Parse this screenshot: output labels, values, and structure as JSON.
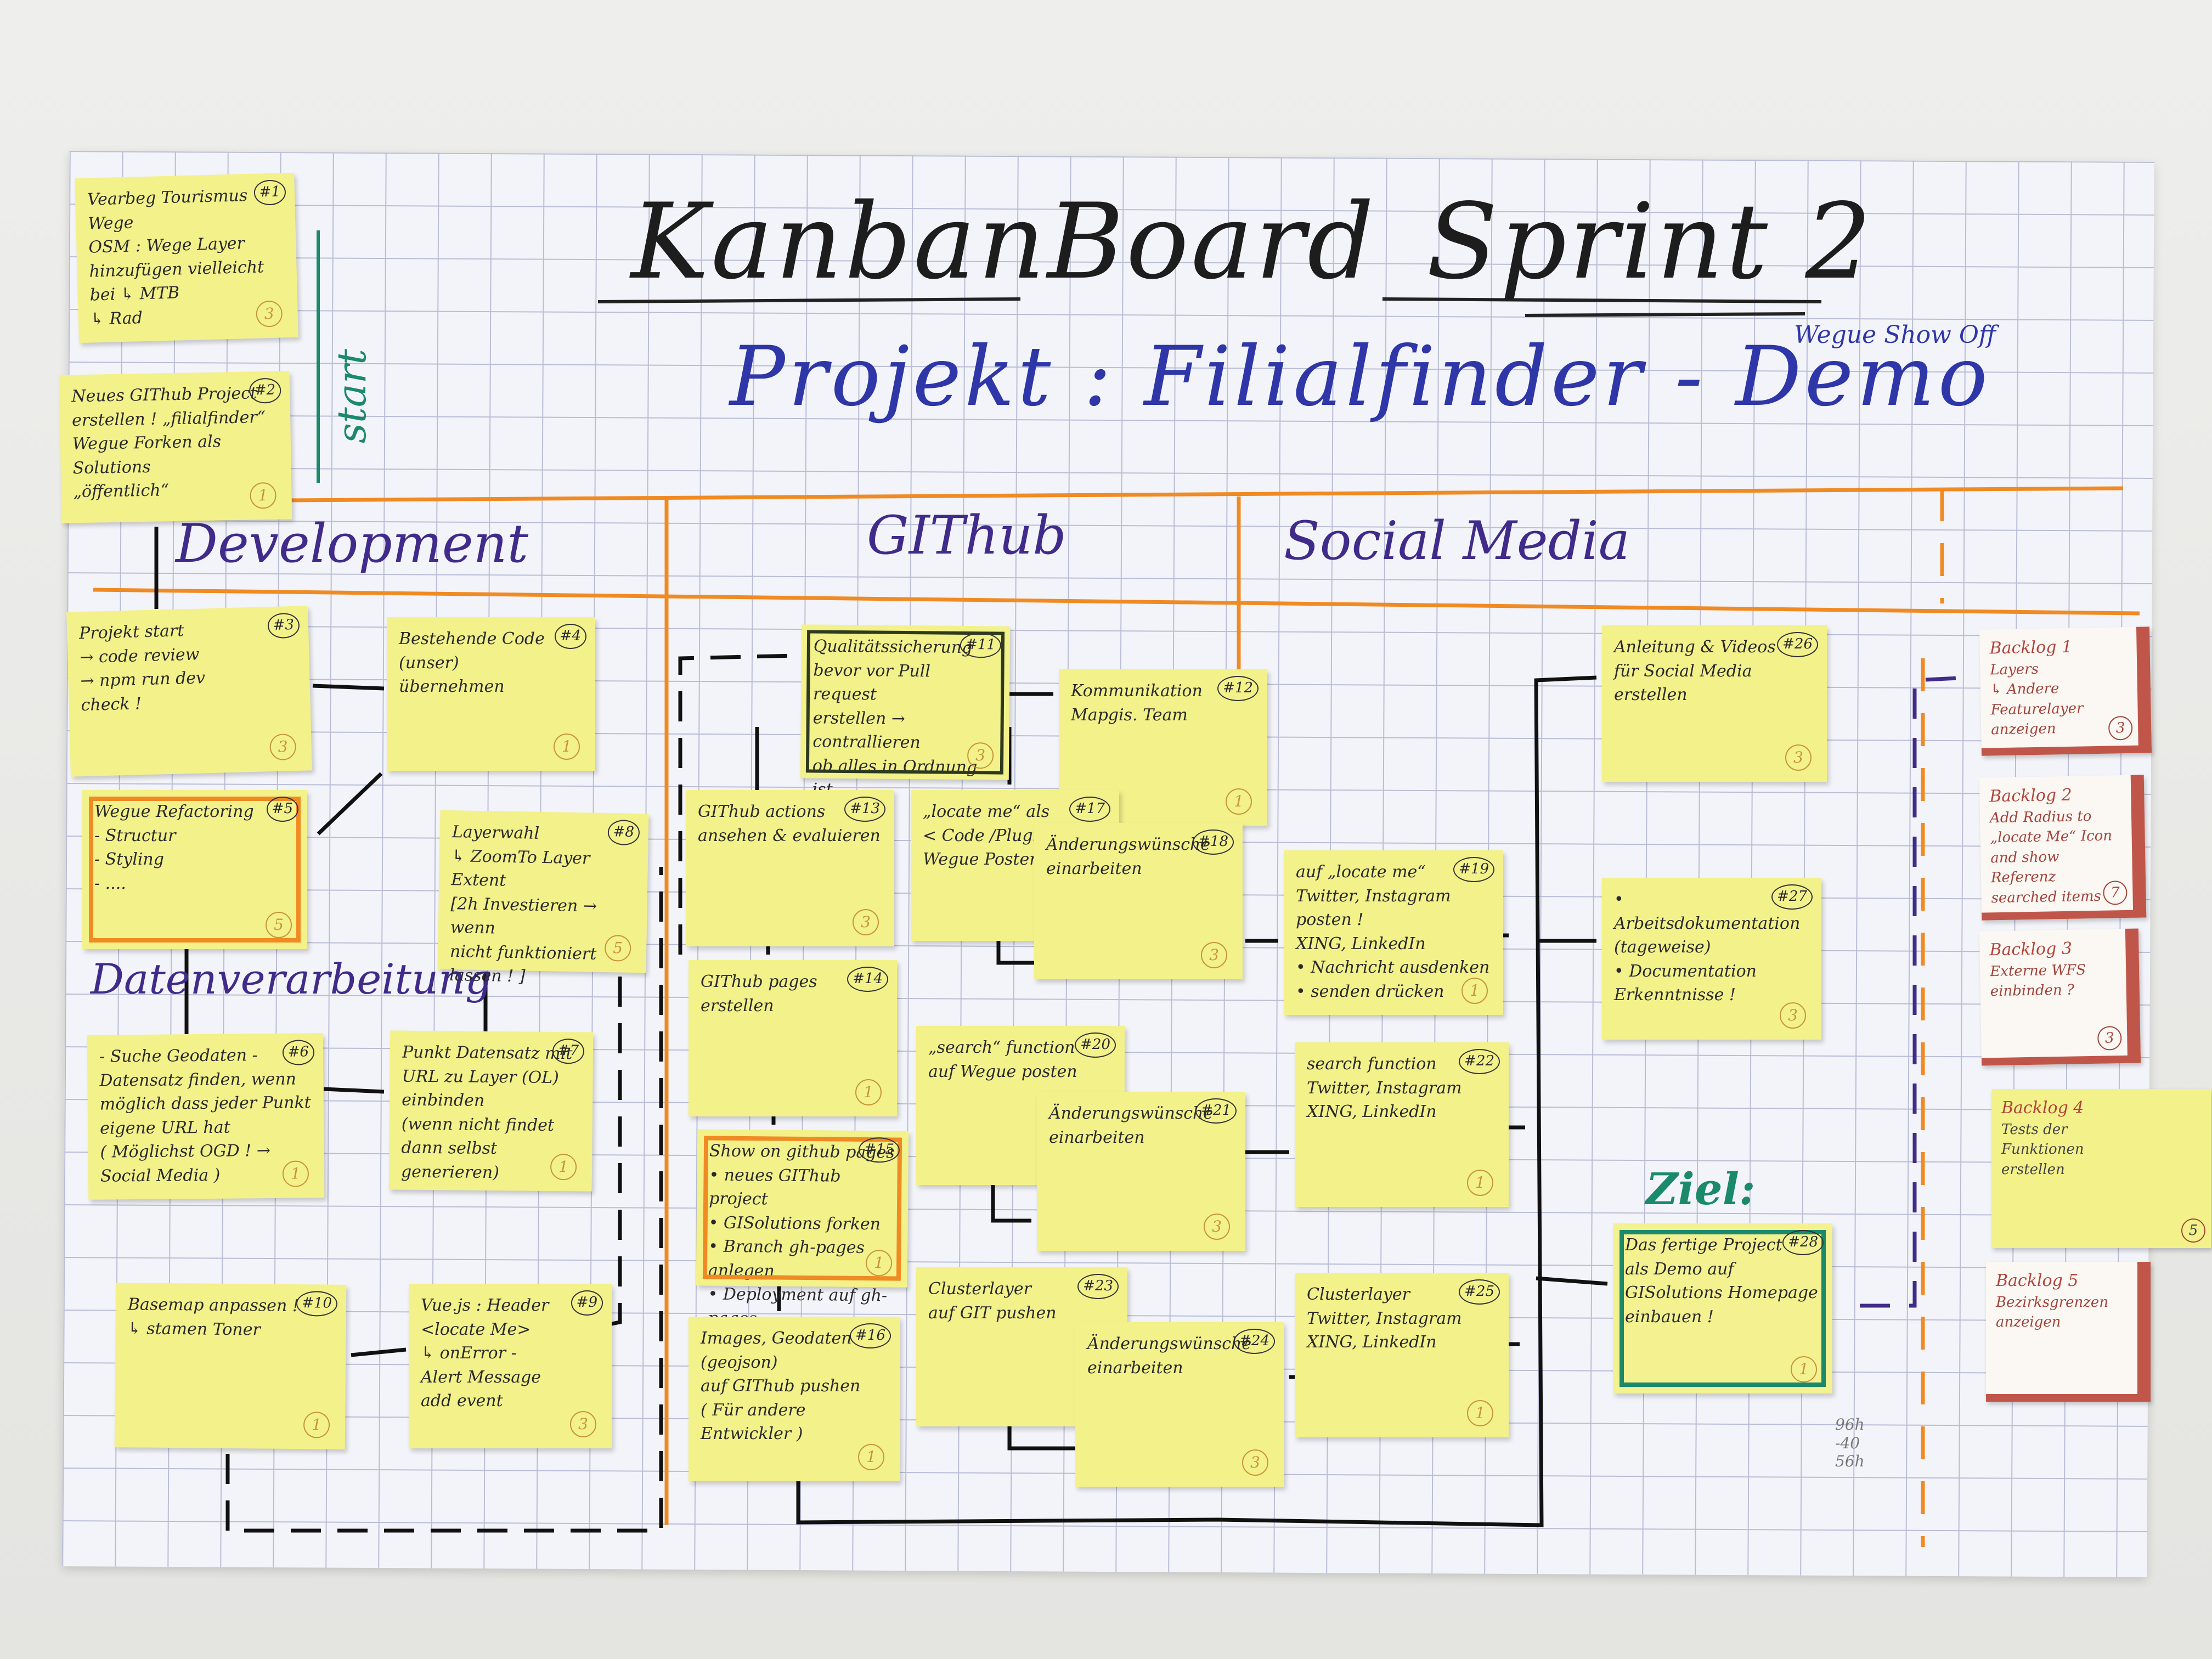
{
  "board": {
    "title": "KanbanBoard",
    "sprint": "Sprint 2",
    "project": "Projekt : Filialfinder - Demo",
    "side_label": "Wegue Show Off",
    "start_label": "start",
    "goal_label": "Ziel:",
    "counts_text": "96h\n-40\n56h"
  },
  "lanes": {
    "development": "Development",
    "github": "GIThub",
    "social": "Social Media",
    "data": "Datenverarbeitung"
  },
  "notes": [
    {
      "id": "n1",
      "num": "#1",
      "text": "Vearbeg Tourismus\nWege\nOSM : Wege Layer\nhinzufügen  vielleicht\nbei   ↳ MTB\n        ↳ Rad",
      "pts": "3",
      "style": ""
    },
    {
      "id": "n2",
      "num": "#2",
      "text": "Neues GIThub Project\nerstellen !  „filialfinder“\nWegue Forken als Solutions\n„öffentlich“",
      "pts": "1",
      "style": ""
    },
    {
      "id": "n3",
      "num": "#3",
      "text": "Projekt start\n→ code review\n→ npm run dev\ncheck !",
      "pts": "3",
      "style": ""
    },
    {
      "id": "n4",
      "num": "#4",
      "text": "Bestehende Code (unser)\nübernehmen",
      "pts": "1",
      "style": ""
    },
    {
      "id": "n5",
      "num": "#5",
      "text": "Wegue Refactoring\n- Structur\n- Styling\n- ....",
      "pts": "5",
      "style": "orange"
    },
    {
      "id": "n8",
      "num": "#8",
      "text": "Layerwahl\n↳ ZoomTo Layer Extent\n[2h Investieren → wenn\nnicht funktioniert\nlassen ! ]",
      "pts": "5",
      "style": ""
    },
    {
      "id": "n6",
      "num": "#6",
      "text": "- Suche  Geodaten -\nDatensatz finden, wenn\nmöglich dass jeder Punkt\neigene URL hat\n( Möglichst OGD ! →\nSocial Media )",
      "pts": "1",
      "style": ""
    },
    {
      "id": "n7",
      "num": "#7",
      "text": "Punkt Datensatz mit\nURL zu Layer (OL)\neinbinden\n(wenn nicht findet\ndann selbst generieren)",
      "pts": "1",
      "style": ""
    },
    {
      "id": "n10",
      "num": "#10",
      "text": "Basemap anpassen !\n↳ stamen Toner",
      "pts": "1",
      "style": ""
    },
    {
      "id": "n9",
      "num": "#9",
      "text": "Vue.js : Header\n<locate Me>\n↳ onError -\nAlert Message\nadd event",
      "pts": "3",
      "style": ""
    },
    {
      "id": "n11",
      "num": "#11",
      "text": "Qualitätssicherung\nbevor vor Pull request\nerstellen → contrallieren\nob alles in Ordnung\nist .",
      "pts": "3",
      "style": "dark"
    },
    {
      "id": "n13",
      "num": "#13",
      "text": "GIThub actions\nansehen & evaluieren",
      "pts": "3",
      "style": ""
    },
    {
      "id": "n14",
      "num": "#14",
      "text": "GIThub pages\nerstellen",
      "pts": "1",
      "style": ""
    },
    {
      "id": "n15",
      "num": "#15",
      "text": "Show on github pages\n• neues GIThub project\n• GISolutions forken\n• Branch gh-pages anlegen\n• Deployment auf gh-pages",
      "pts": "1",
      "style": "orange"
    },
    {
      "id": "n16",
      "num": "#16",
      "text": "Images, Geodaten\n(geojson)\nauf GIThub pushen\n( Für andere Entwickler )",
      "pts": "1",
      "style": ""
    },
    {
      "id": "n12",
      "num": "#12",
      "text": "Kommunikation\nMapgis. Team",
      "pts": "1",
      "style": ""
    },
    {
      "id": "n17",
      "num": "#17",
      "text": "„locate me“ als\n< Code /Plugin > auf\nWegue Posten",
      "pts": "",
      "style": ""
    },
    {
      "id": "n18",
      "num": "#18",
      "text": "Änderungswünsche\neinarbeiten",
      "pts": "3",
      "style": ""
    },
    {
      "id": "n20",
      "num": "#20",
      "text": "„search“ function\nauf Wegue posten",
      "pts": "1",
      "style": ""
    },
    {
      "id": "n21",
      "num": "#21",
      "text": "Änderungswünsche\neinarbeiten",
      "pts": "3",
      "style": ""
    },
    {
      "id": "n23",
      "num": "#23",
      "text": "Clusterlayer\nauf GIT pushen",
      "pts": "1",
      "style": ""
    },
    {
      "id": "n24",
      "num": "#24",
      "text": "Änderungswünsche\neinarbeiten",
      "pts": "3",
      "style": ""
    },
    {
      "id": "n19",
      "num": "#19",
      "text": "auf „locate me“\nTwitter, Instagram\nposten !\nXING, LinkedIn\n• Nachricht ausdenken\n• senden drücken",
      "pts": "1",
      "style": ""
    },
    {
      "id": "n22",
      "num": "#22",
      "text": "search function\nTwitter, Instagram\nXING, LinkedIn",
      "pts": "1",
      "style": ""
    },
    {
      "id": "n25",
      "num": "#25",
      "text": "Clusterlayer\nTwitter, Instagram\nXING, LinkedIn",
      "pts": "1",
      "style": ""
    },
    {
      "id": "n26",
      "num": "#26",
      "text": "Anleitung & Videos\nfür Social Media\nerstellen",
      "pts": "3",
      "style": ""
    },
    {
      "id": "n27",
      "num": "#27",
      "text": "• Arbeitsdokumentation\n(tageweise)\n• Documentation\nErkenntnisse !",
      "pts": "3",
      "style": ""
    },
    {
      "id": "n28",
      "num": "#28",
      "text": "Das fertige Project\nals Demo auf\nGISolutions Homepage\neinbauen !",
      "pts": "1",
      "style": "green"
    }
  ],
  "backlog": [
    {
      "id": "b1",
      "title": "Backlog 1",
      "text": "Layers\n↳ Andere\nFeaturelayer\nanzeigen",
      "pts": "3"
    },
    {
      "id": "b2",
      "title": "Backlog 2",
      "text": "Add Radius to\n„locate Me“ Icon\nand show Referenz\nsearched items",
      "pts": "7"
    },
    {
      "id": "b3",
      "title": "Backlog 3",
      "text": "Externe WFS\neinbinden ?",
      "pts": "3"
    },
    {
      "id": "b4",
      "title": "Backlog 4",
      "text": "Tests der\nFunktionen\nerstellen",
      "pts": "5"
    },
    {
      "id": "b5",
      "title": "Backlog 5",
      "text": "Bezirksgrenzen\nanzeigen",
      "pts": ""
    }
  ],
  "colors": {
    "sticky": "#f3f18a",
    "orange_line": "#f08a23",
    "purple_ink": "#402b8a",
    "blue_ink": "#2e36a8",
    "green_ink": "#1a8a6b",
    "backlog_red": "#c0564a"
  }
}
